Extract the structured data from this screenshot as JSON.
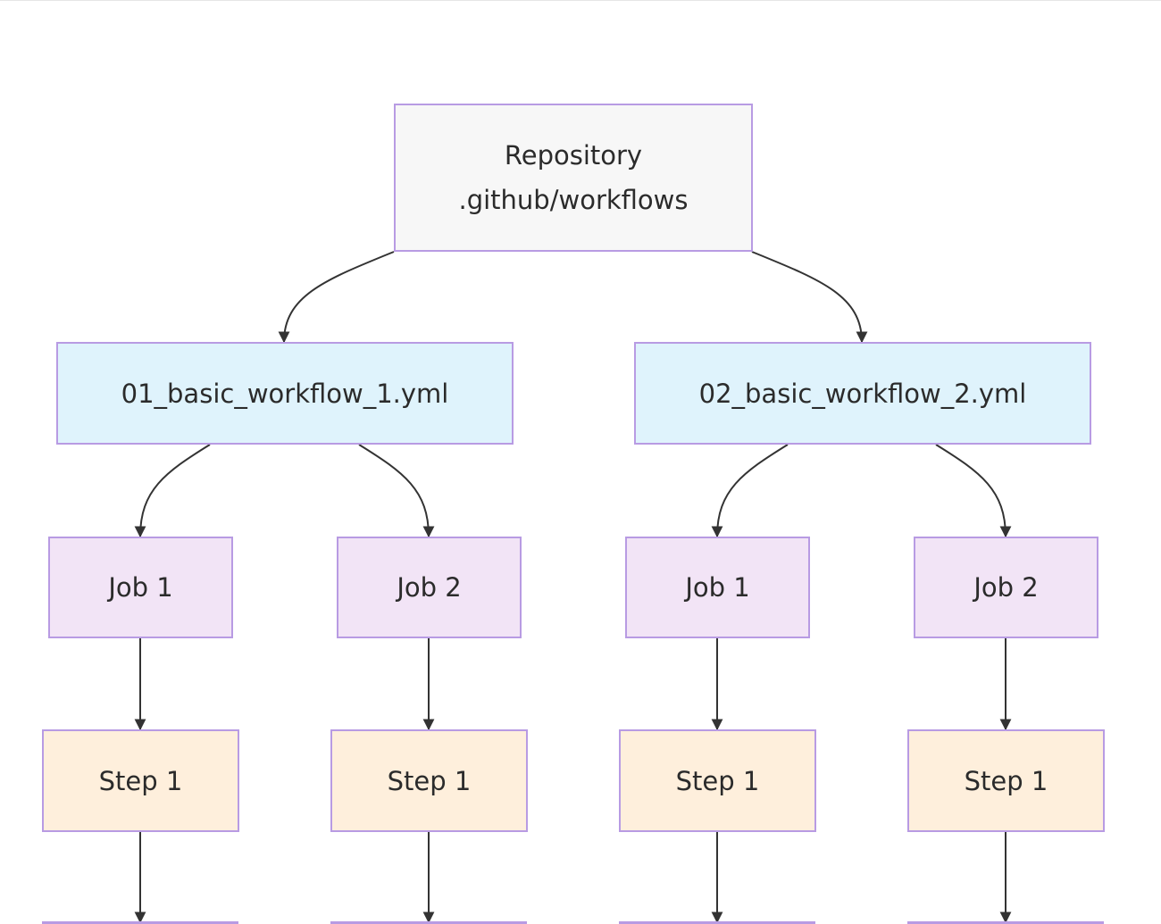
{
  "diagram": {
    "repository": {
      "line1": "Repository",
      "line2": ".github/workflows"
    },
    "workflows": [
      {
        "name": "01_basic_workflow_1.yml",
        "jobs": [
          {
            "label": "Job 1",
            "step": "Step 1"
          },
          {
            "label": "Job 2",
            "step": "Step 1"
          }
        ]
      },
      {
        "name": "02_basic_workflow_2.yml",
        "jobs": [
          {
            "label": "Job 1",
            "step": "Step 1"
          },
          {
            "label": "Job 2",
            "step": "Step 1"
          }
        ]
      }
    ],
    "colors": {
      "border": "#b89be3",
      "edge": "#333333",
      "repository_fill": "#f7f7f7",
      "workflow_fill": "#dff3fc",
      "job_fill": "#f2e4f6",
      "step_fill": "#feefdc"
    }
  }
}
